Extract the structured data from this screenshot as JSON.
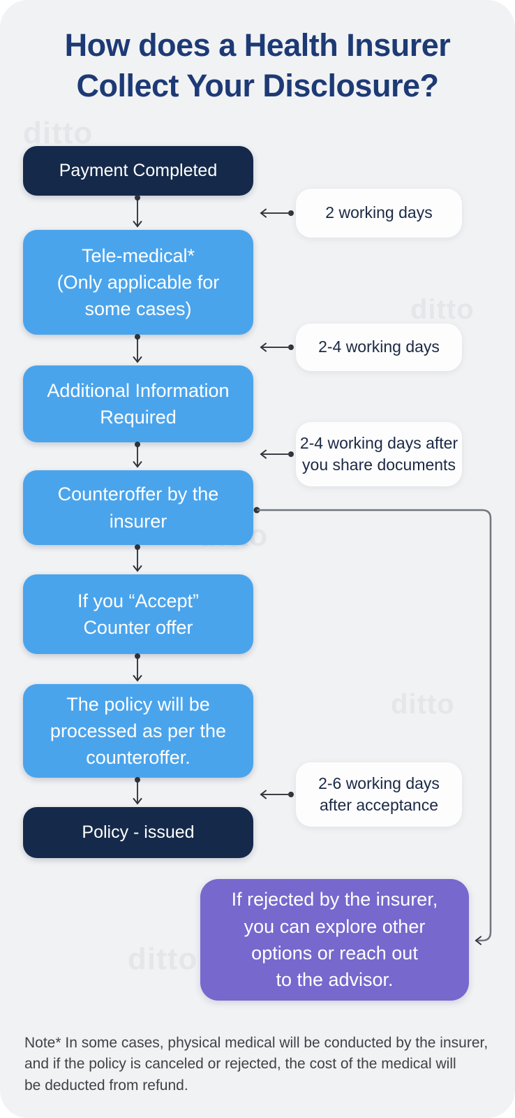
{
  "title": {
    "text": "How does a Health Insurer\nCollect Your Disclosure?"
  },
  "watermark": {
    "text": "ditto"
  },
  "flow_steps": [
    {
      "id": "payment-completed",
      "label": "Payment Completed",
      "variant": "navy"
    },
    {
      "id": "tele-medical",
      "label": "Tele-medical*\n(Only applicable for\nsome cases)",
      "variant": "blue"
    },
    {
      "id": "additional-information",
      "label": "Additional Information\nRequired",
      "variant": "blue"
    },
    {
      "id": "counteroffer",
      "label": "Counteroffer by the\ninsurer",
      "variant": "blue"
    },
    {
      "id": "accept-counteroffer",
      "label": "If you “Accept”\nCounter offer",
      "variant": "blue"
    },
    {
      "id": "policy-processed",
      "label": "The policy will be\nprocessed as per the\ncounteroffer.",
      "variant": "blue"
    },
    {
      "id": "policy-issued",
      "label": "Policy - issued",
      "variant": "navy"
    }
  ],
  "annotations": [
    {
      "label": "2 working days"
    },
    {
      "label": "2-4 working days"
    },
    {
      "label": "2-4 working days after\nyou share documents"
    },
    {
      "label": "2-6 working days\nafter acceptance"
    }
  ],
  "rejection_note": {
    "label": "If rejected by the insurer,\nyou can explore other\noptions or reach out\nto the advisor."
  },
  "footnote": {
    "text": "Note* In some cases, physical medical will be conducted by the insurer,\nand if the policy is canceled or rejected, the cost of the medical will\nbe deducted from refund."
  },
  "colors": {
    "background": "#f1f2f4",
    "navy_box": "#15294a",
    "blue_box": "#4aa4ec",
    "purple_box": "#7668cd",
    "title_text": "#1d3a75",
    "annotation_bg": "#fdfdfe",
    "annotation_text": "#1b2944",
    "connector_dark": "#2e333a",
    "connector_gray": "#70767d",
    "watermark": "#e4e6ea",
    "footnote_text": "#3f4247"
  }
}
